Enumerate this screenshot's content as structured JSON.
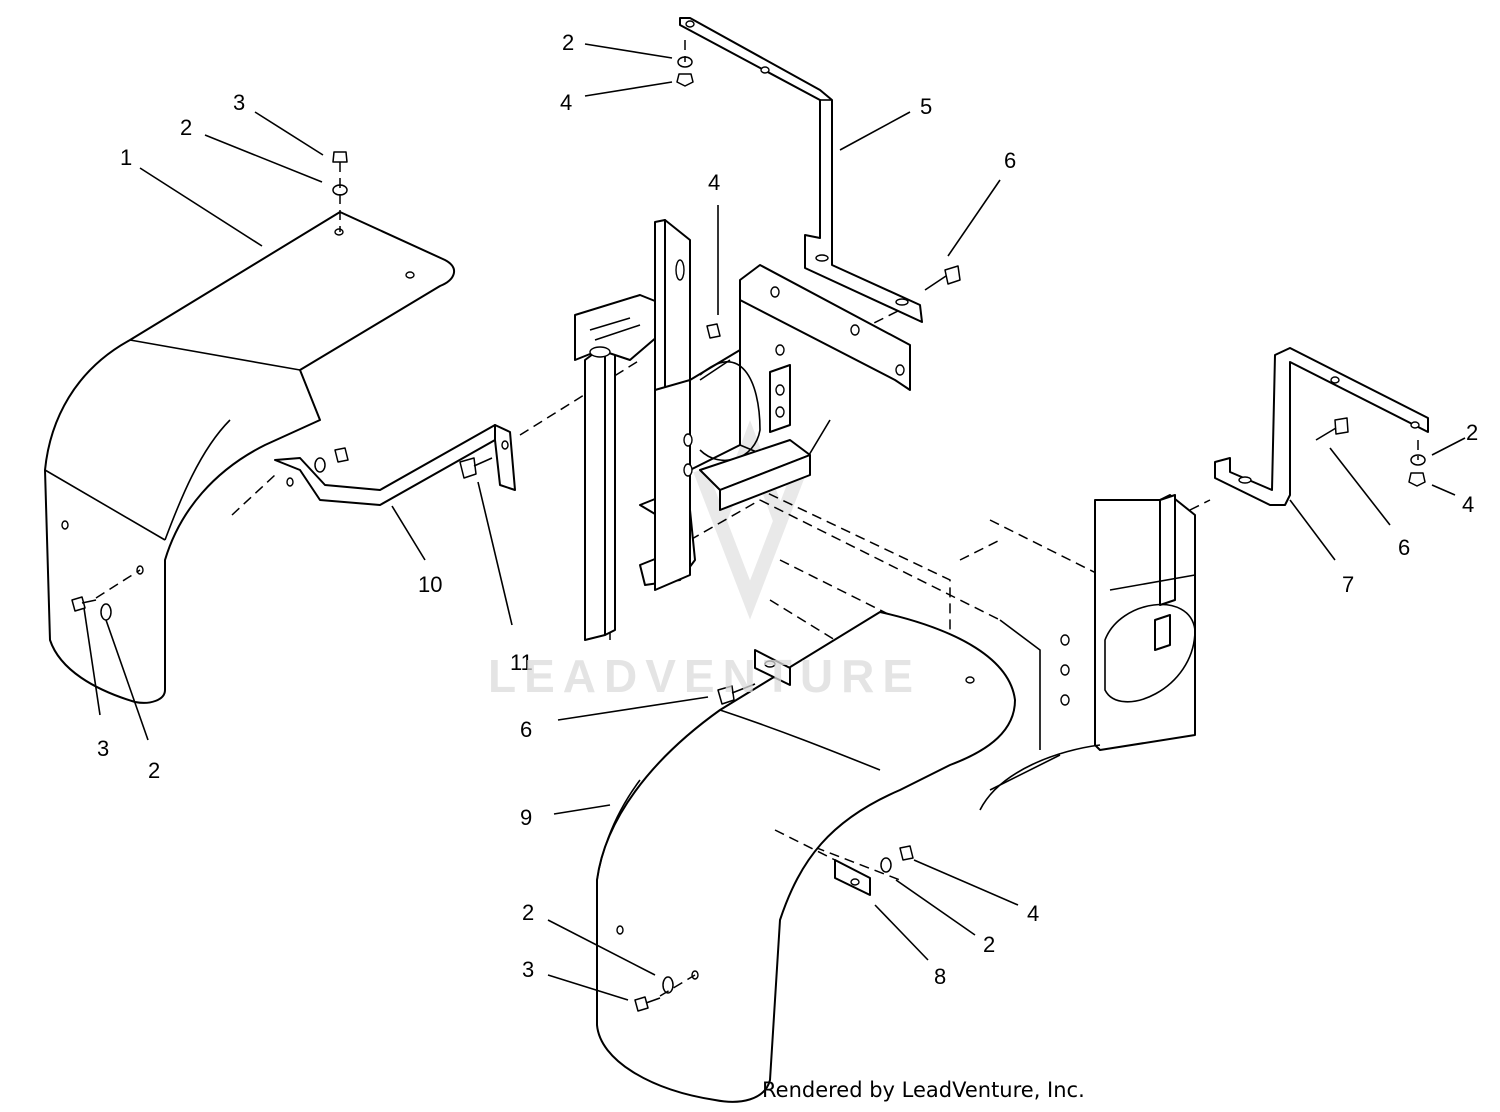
{
  "diagram": {
    "callouts": [
      "1",
      "2",
      "3",
      "2",
      "3",
      "2",
      "4",
      "4",
      "5",
      "6",
      "2",
      "4",
      "6",
      "7",
      "10",
      "11",
      "6",
      "9",
      "2",
      "3",
      "4",
      "2",
      "8"
    ],
    "watermark": "LEADVENTURE",
    "credit": "Rendered by LeadVenture, Inc."
  }
}
